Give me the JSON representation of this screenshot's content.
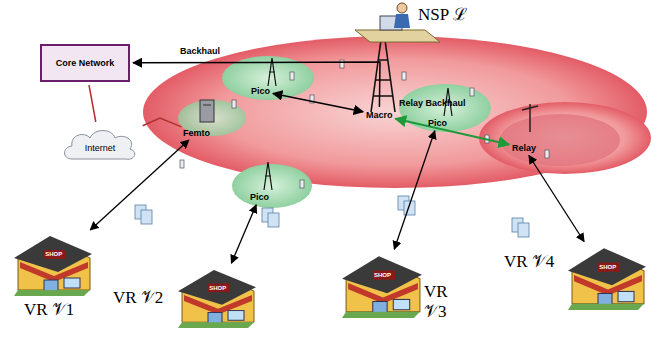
{
  "diagram": {
    "nodes": [
      {
        "text": [
          "Core Network"
        ]
      },
      {
        "text": [
          "Internet"
        ]
      },
      {
        "text": [
          "Femto"
        ]
      },
      {
        "text": [
          "Pico"
        ]
      },
      {
        "text": [
          "Macro"
        ]
      },
      {
        "text": [
          "Pico"
        ]
      },
      {
        "text": [
          "Pico"
        ]
      },
      {
        "text": [
          "Relay"
        ]
      },
      {
        "text": [
          "SHOP",
          "VR 𝒱1"
        ]
      },
      {
        "text": [
          "SHOP",
          "VR 𝒱2"
        ]
      },
      {
        "text": [
          "SHOP",
          "VR 𝒱3"
        ]
      },
      {
        "text": [
          "SHOP",
          "VR 𝒱4"
        ]
      }
    ],
    "edges": [
      {
        "from": 4,
        "to": 0,
        "arrow": "to",
        "label": "Backhaul"
      },
      {
        "from": 1,
        "to": 0,
        "arrow": "none"
      },
      {
        "from": 2,
        "to": 1,
        "arrow": "none"
      },
      {
        "from": 4,
        "to": 3,
        "arrow": "both"
      },
      {
        "from": 4,
        "to": 7,
        "arrow": "both",
        "label": "Relay Backhaul"
      },
      {
        "from": 8,
        "to": 2,
        "arrow": "both"
      },
      {
        "from": 9,
        "to": 6,
        "arrow": "both"
      },
      {
        "from": 10,
        "to": 5,
        "arrow": "both"
      },
      {
        "from": 11,
        "to": 7,
        "arrow": "both"
      }
    ],
    "labels": [
      "NSP ℒ"
    ]
  }
}
